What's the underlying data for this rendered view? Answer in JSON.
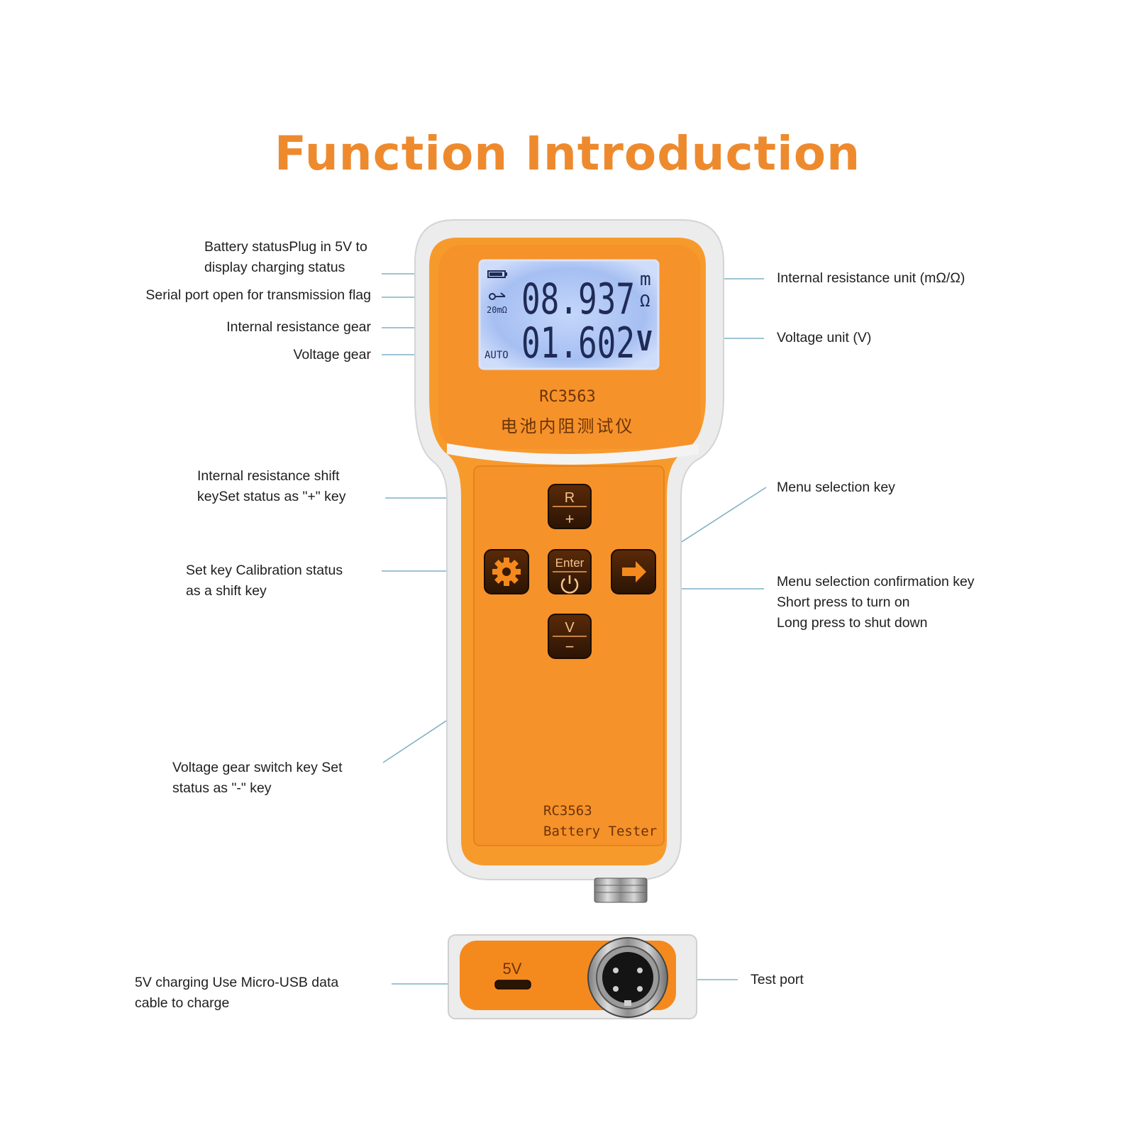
{
  "title": "Function Introduction",
  "callouts": {
    "battery_status": "Battery statusPlug in 5V to\ndisplay charging status",
    "serial_port": "Serial port open for transmission flag",
    "resistance_gear": "Internal resistance gear",
    "voltage_gear": "Voltage gear",
    "resistance_unit": "Internal resistance unit (mΩ/Ω)",
    "voltage_unit": "Voltage unit (V)",
    "resistance_shift_key": "Internal resistance shift\nkeySet status as \"+\" key",
    "menu_selection_key": "Menu selection key",
    "set_key": "Set key Calibration status\nas a shift key",
    "confirm_key": "Menu selection confirmation key\nShort press to turn on\nLong press to shut down",
    "voltage_switch_key": "Voltage gear switch key Set\nstatus as \"-\" key",
    "charging": "5V charging Use Micro-USB data\ncable to charge",
    "test_port": "Test port"
  },
  "device": {
    "lcd": {
      "resistance_value": "08.937",
      "resistance_unit_top": "m",
      "resistance_unit_bottom": "Ω",
      "voltage_value": "01.602",
      "voltage_unit": "V",
      "gear_label": "20mΩ",
      "auto_label": "AUTO"
    },
    "model": "RC3563",
    "chinese_name": "电池内阻测试仪",
    "bottom_model": "RC3563",
    "bottom_name": "Battery Tester",
    "keys": {
      "r_top": "R",
      "r_bottom": "+",
      "v_top": "V",
      "v_bottom": "−",
      "enter": "Enter"
    },
    "port_label": "5V"
  },
  "colors": {
    "title": "#ee8a2e",
    "body_orange": "#f79a2c",
    "face_orange": "#f6922a",
    "lcd_blue": "#a9c2f1",
    "leader": "#7fb0c6"
  },
  "icons": [
    "gear-icon",
    "arrow-right-icon",
    "power-icon",
    "usb-port-icon",
    "connector-icon",
    "battery-icon",
    "serial-icon"
  ]
}
